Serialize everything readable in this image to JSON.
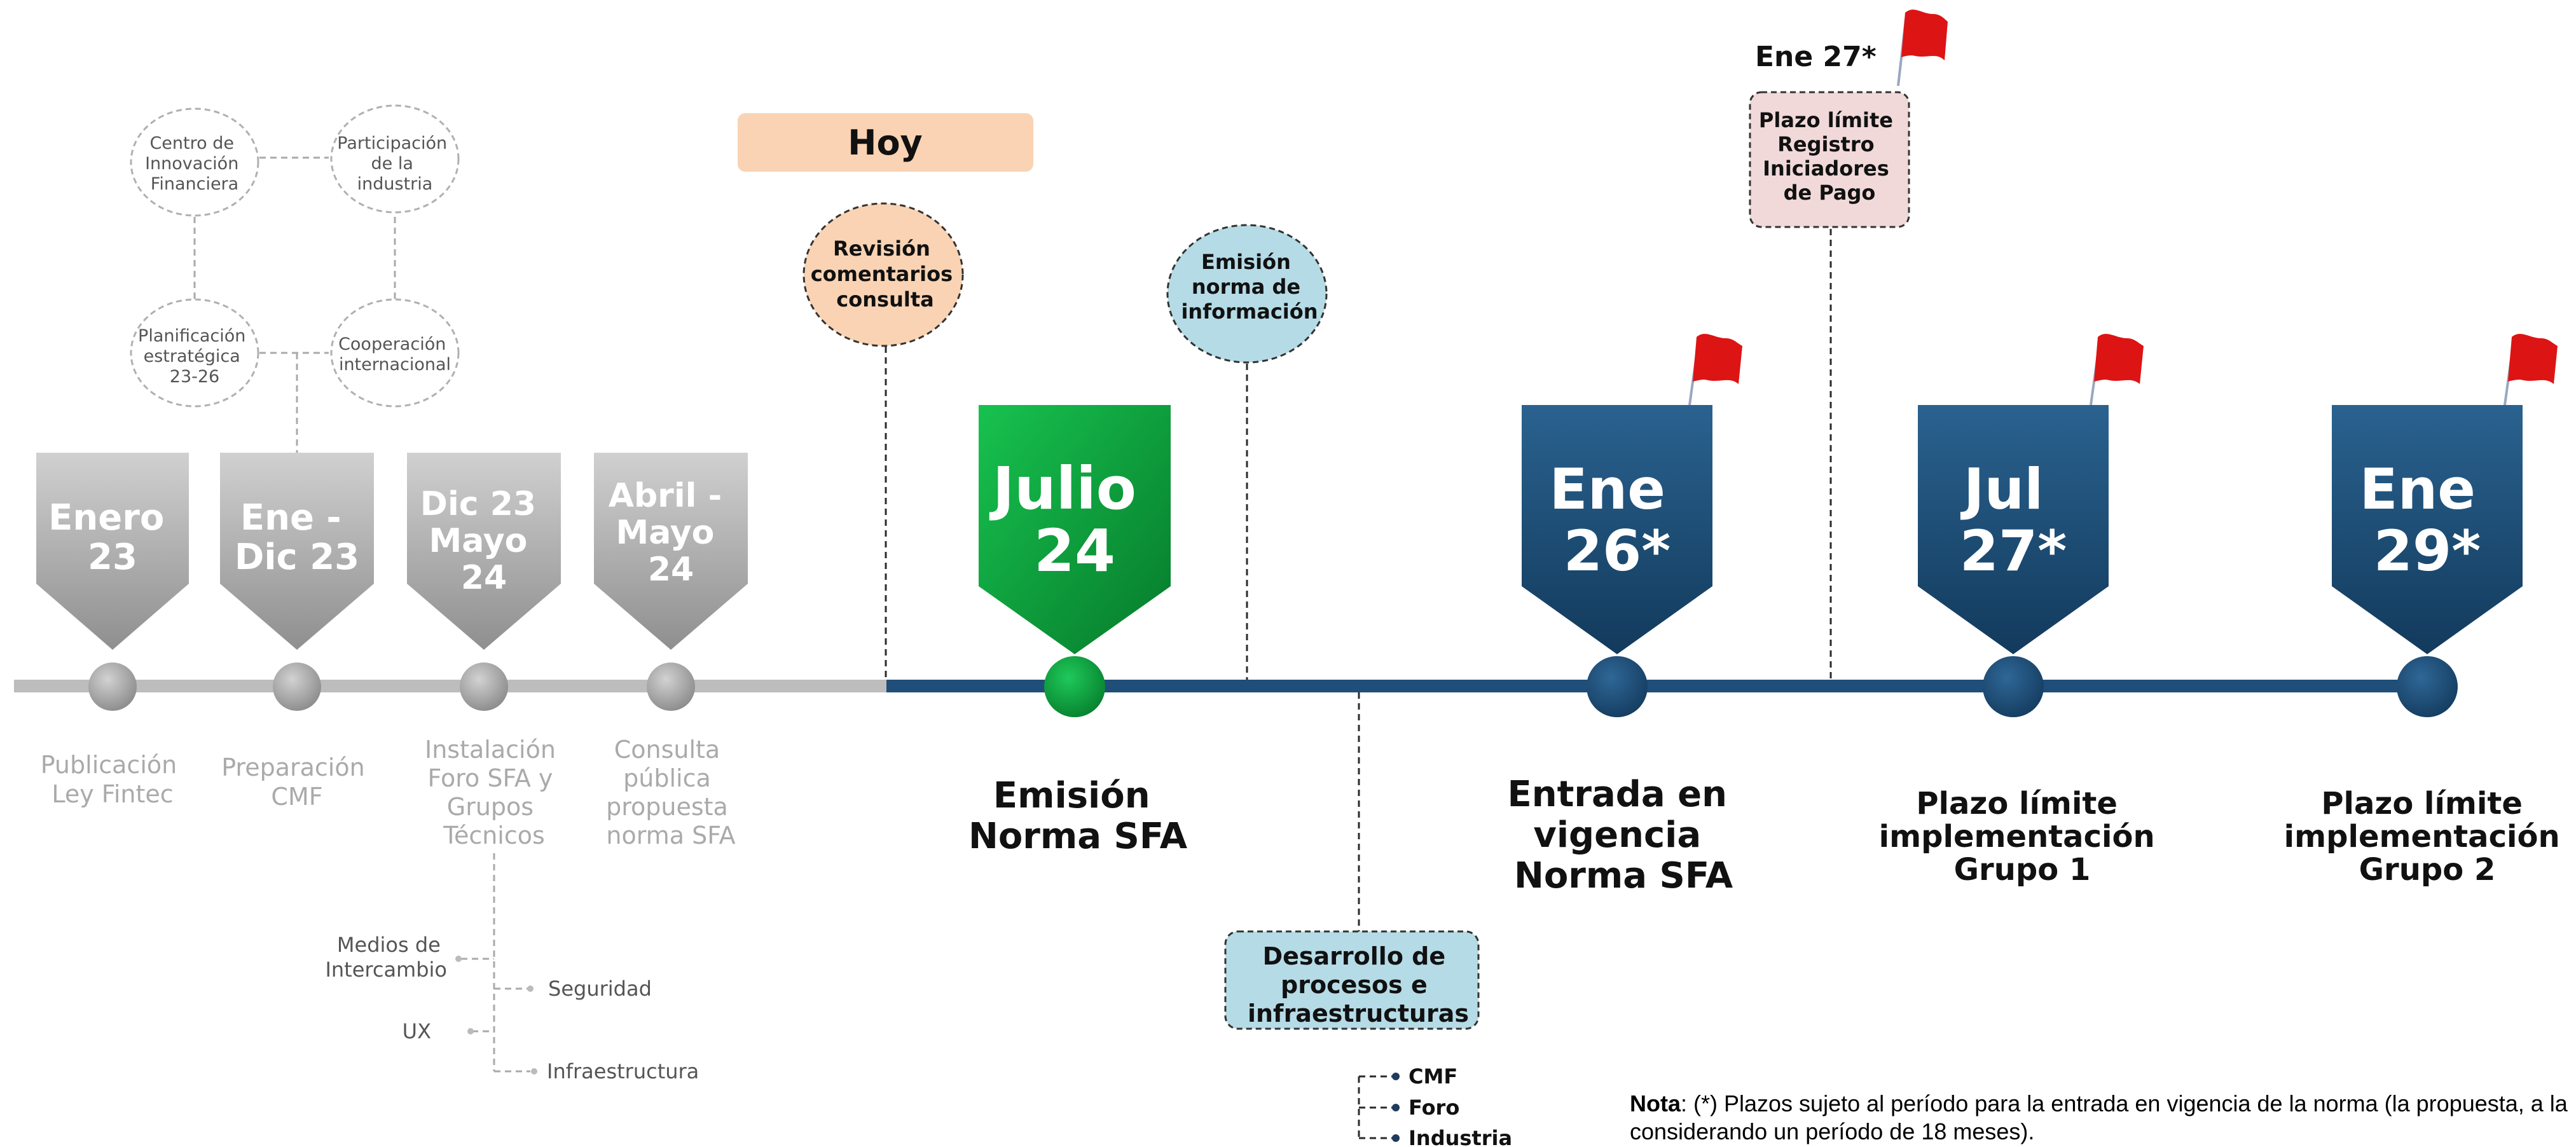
{
  "today_label": "Hoy",
  "colors": {
    "gray_past": "#bdbdbd",
    "blue_future": "#1f4e79",
    "green_now": "#0a9a3a",
    "orange_bubble": "#f9d3b3",
    "lightblue_bubble": "#b5dbe6",
    "pink_box": "#f1d9d9",
    "flag_red": "#dd1414"
  },
  "past_milestones": [
    {
      "date": [
        "Enero",
        "23"
      ],
      "desc": [
        "Publicación",
        "Ley Fintec"
      ]
    },
    {
      "date": [
        "Ene -",
        "Dic 23"
      ],
      "desc": [
        "Preparación",
        "CMF"
      ]
    },
    {
      "date": [
        "Dic 23",
        "Mayo",
        "24"
      ],
      "desc": [
        "Instalación",
        "Foro SFA y",
        "Grupos",
        "Técnicos"
      ]
    },
    {
      "date": [
        "Abril -",
        "Mayo",
        "24"
      ],
      "desc": [
        "Consulta",
        "pública",
        "propuesta",
        "norma SFA"
      ]
    }
  ],
  "current_milestone": {
    "date": [
      "Julio",
      "24"
    ],
    "desc": [
      "Emisión",
      "Norma SFA"
    ]
  },
  "future_milestones": [
    {
      "date": [
        "Ene",
        "26*"
      ],
      "desc": [
        "Entrada en",
        "vigencia",
        "Norma SFA"
      ]
    },
    {
      "date": [
        "Jul",
        "27*"
      ],
      "desc": [
        "Plazo límite",
        "implementación",
        "Grupo 1"
      ]
    },
    {
      "date": [
        "Ene",
        "29*"
      ],
      "desc": [
        "Plazo límite",
        "implementación",
        "Grupo 2"
      ]
    }
  ],
  "cmf_circles": [
    [
      "Centro de",
      "Innovación",
      "Financiera"
    ],
    [
      "Participación",
      "de la",
      "industria"
    ],
    [
      "Planificación",
      "estratégica",
      "23-26"
    ],
    [
      "Cooperación",
      "internacional"
    ]
  ],
  "foro_groups": [
    "Medios de Intercambio",
    "Seguridad",
    "UX",
    "Infraestructura"
  ],
  "foro_groups_lines": [
    [
      "Medios de",
      "Intercambio"
    ],
    [
      "Seguridad"
    ],
    [
      "UX"
    ],
    [
      "Infraestructura"
    ]
  ],
  "bubble_revision": [
    "Revisión",
    "comentarios",
    "consulta"
  ],
  "bubble_emision_info": [
    "Emisión",
    "norma de",
    "información"
  ],
  "registro_date": "Ene 27*",
  "registro_box": [
    "Plazo límite",
    "Registro",
    "Iniciadores",
    "de Pago"
  ],
  "desarrollo_box": [
    "Desarrollo de",
    "procesos e",
    "infraestructuras"
  ],
  "desarrollo_items": [
    "CMF",
    "Foro",
    "Industria"
  ],
  "note": {
    "label": "Nota",
    "line1": ": (*) Plazos sujeto al período para la entrada en vigencia de la norma (la propuesta, a la fecha, es",
    "line2": "considerando un período de 18 meses)."
  }
}
